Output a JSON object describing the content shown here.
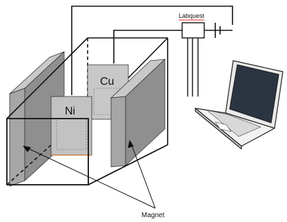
{
  "labels": {
    "labquest": "Labquest",
    "copper": "Cu",
    "nickel": "Ni",
    "magnet": "Magnet"
  },
  "colors": {
    "line": "#111111",
    "magnet_front": "#8f8f8f",
    "magnet_side": "#b3b3b3",
    "electrode": "#bdbdbd",
    "labquest_underline": "#e05050",
    "laptop_screen": "#2b3542"
  }
}
